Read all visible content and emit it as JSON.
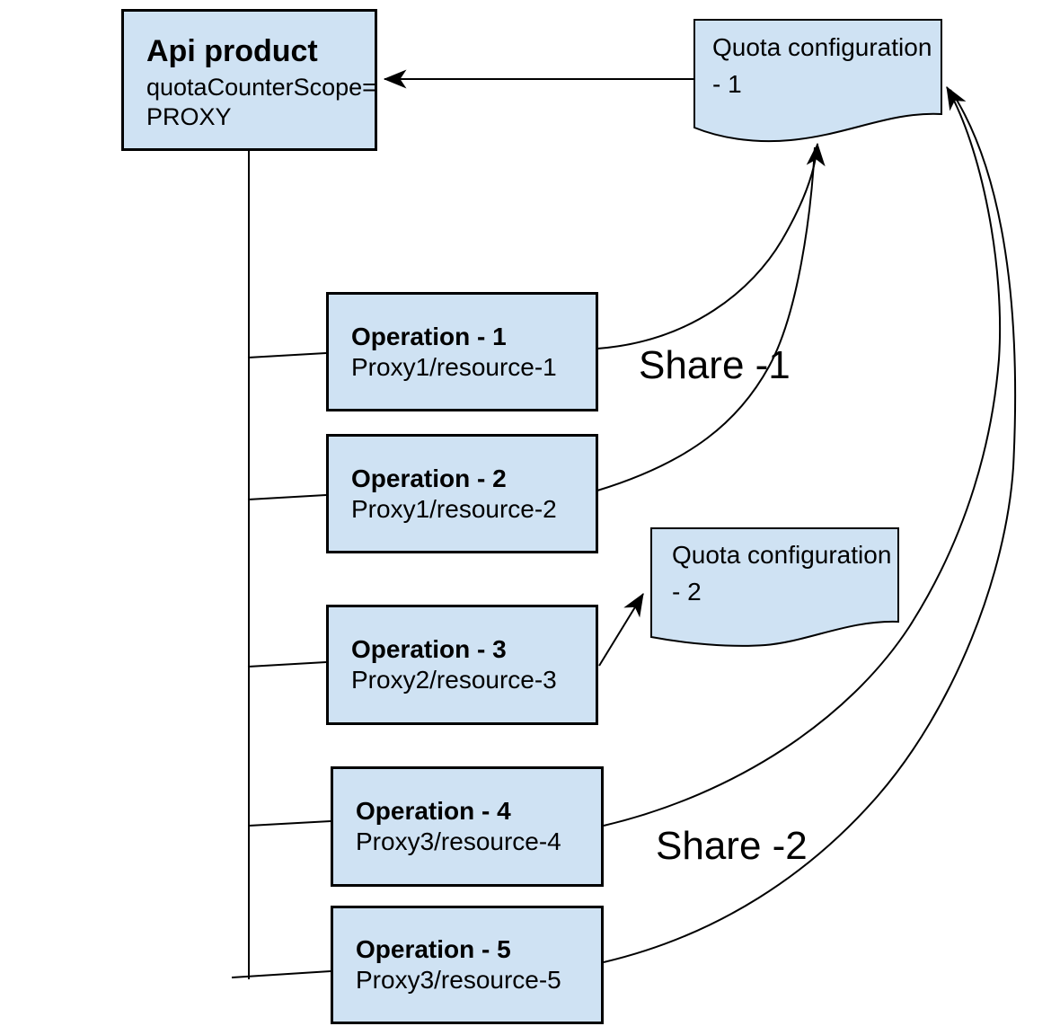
{
  "colors": {
    "node_fill": "#cfe2f3",
    "stroke": "#000000"
  },
  "api_product": {
    "title": "Api product",
    "attr_line1": "quotaCounterScope=",
    "attr_line2": "PROXY"
  },
  "quota_config_1": {
    "label": "Quota configuration - 1"
  },
  "quota_config_2": {
    "label": "Quota configuration - 2"
  },
  "operations": [
    {
      "title": "Operation - 1",
      "resource": "Proxy1/resource-1"
    },
    {
      "title": "Operation - 2",
      "resource": "Proxy1/resource-2"
    },
    {
      "title": "Operation - 3",
      "resource": "Proxy2/resource-3"
    },
    {
      "title": "Operation - 4",
      "resource": "Proxy3/resource-4"
    },
    {
      "title": "Operation - 5",
      "resource": "Proxy3/resource-5"
    }
  ],
  "labels": {
    "share1": "Share -1",
    "share2": "Share -2"
  }
}
